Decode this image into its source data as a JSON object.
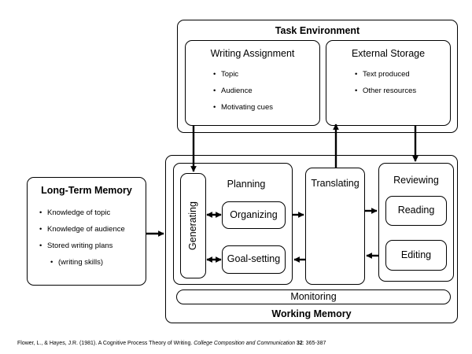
{
  "task_environment": {
    "title": "Task Environment",
    "writing_assignment": {
      "title": "Writing Assignment",
      "items": [
        "Topic",
        "Audience",
        "Motivating cues"
      ]
    },
    "external_storage": {
      "title": "External Storage",
      "items": [
        "Text produced",
        "Other resources"
      ]
    }
  },
  "long_term_memory": {
    "title": "Long-Term Memory",
    "items": [
      "Knowledge of topic",
      "Knowledge of audience",
      "Stored writing plans"
    ],
    "subitem": "(writing skills)"
  },
  "working_memory": {
    "title": "Working Memory",
    "planning": {
      "title": "Planning",
      "generating": "Generating",
      "organizing": "Organizing",
      "goal_setting": "Goal-setting"
    },
    "translating": "Translating",
    "reviewing": {
      "title": "Reviewing",
      "reading": "Reading",
      "editing": "Editing"
    },
    "monitoring": "Monitoring"
  },
  "citation": {
    "authors": "Flower, L., & Hayes, J.R. (1981). A Cognitive Process Theory of Writing. ",
    "journal": "College Composition and Communication",
    "volume": "32",
    "pages": ": 365-387"
  }
}
